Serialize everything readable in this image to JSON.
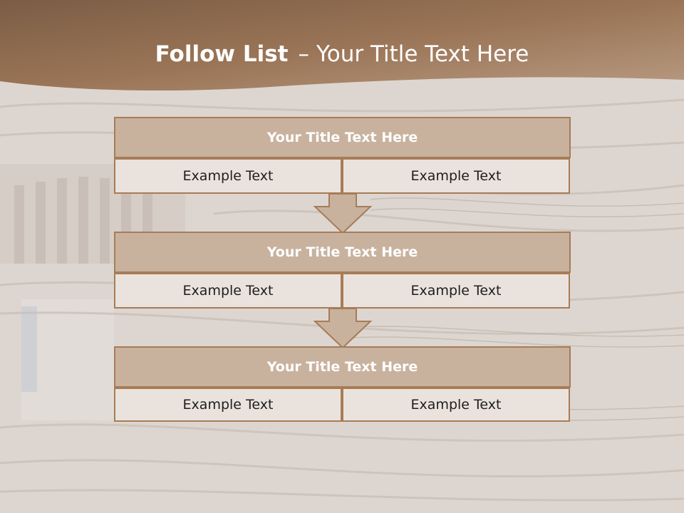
{
  "slide": {
    "title_strong": "Follow List",
    "title_dash": "–",
    "title_rest": "Your Title Text Here"
  },
  "blocks": [
    {
      "title": "Your Title Text Here",
      "left_text": "Example Text",
      "right_text": "Example Text"
    },
    {
      "title": "Your Title Text Here",
      "left_text": "Example Text",
      "right_text": "Example Text"
    },
    {
      "title": "Your Title Text Here",
      "left_text": "Example Text",
      "right_text": "Example Text"
    }
  ],
  "colors": {
    "header_brown": "#8f6a4c",
    "title_fill": "#c8b29e",
    "cell_fill": "#eae3dd",
    "border": "#a77c56"
  }
}
